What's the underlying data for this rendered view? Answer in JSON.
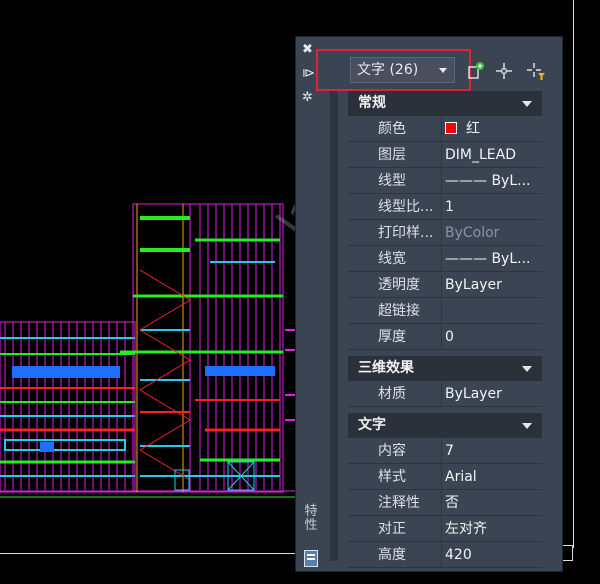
{
  "palette": {
    "close_glyph": "✖",
    "autohide_glyph": "⧐",
    "menu_glyph": "✲",
    "vertical_title": [
      "特",
      "性"
    ],
    "selection_label": "文字 (26)",
    "tools": [
      "toggle-pickadd-icon",
      "select-objects-icon",
      "quick-select-icon"
    ],
    "sections": [
      {
        "title": "常规",
        "rows": [
          {
            "label": "颜色",
            "value": "红",
            "swatch": "#ff0000"
          },
          {
            "label": "图层",
            "value": "DIM_LEAD"
          },
          {
            "label": "线型",
            "value": "——— ByL..."
          },
          {
            "label": "线型比...",
            "value": "1"
          },
          {
            "label": "打印样...",
            "value": "ByColor",
            "disabled": true
          },
          {
            "label": "线宽",
            "value": "——— ByL..."
          },
          {
            "label": "透明度",
            "value": "ByLayer"
          },
          {
            "label": "超链接",
            "value": ""
          },
          {
            "label": "厚度",
            "value": "0"
          }
        ]
      },
      {
        "title": "三维效果",
        "rows": [
          {
            "label": "材质",
            "value": "ByLayer"
          }
        ]
      },
      {
        "title": "文字",
        "rows": [
          {
            "label": "内容",
            "value": "7"
          },
          {
            "label": "样式",
            "value": "Arial"
          },
          {
            "label": "注释性",
            "value": "否"
          },
          {
            "label": "对正",
            "value": "左对齐"
          },
          {
            "label": "高度",
            "value": "420"
          }
        ]
      }
    ]
  },
  "colors": {
    "drawing_background": "#000000",
    "panel": "#3b4453",
    "header": "#2a313b",
    "highlight_box": "#e0232c",
    "magenta": "#e020e0",
    "green": "#22ee22",
    "red": "#ff2020",
    "cyan": "#22ccee",
    "blue": "#1e6fff",
    "orange": "#ff9a20"
  }
}
